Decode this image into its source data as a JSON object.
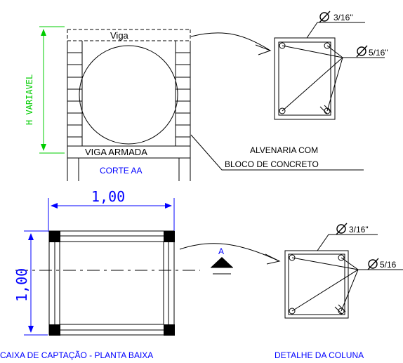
{
  "section": {
    "beam_label": "Viga",
    "height_label": "H  VARIAVEL",
    "reinforced_beam_label": "VIGA ARMADA",
    "cut_title": "CORTE AA",
    "masonry_line1": "ALVENARIA COM",
    "masonry_line2": "BLOCO DE CONCRETO"
  },
  "detail_top": {
    "stirrup_label": "3/16\"",
    "bar_label": "5/16\""
  },
  "plan": {
    "width_dim": "1,00",
    "height_dim": "1,00",
    "cut_marker": "A",
    "title": "CAIXA DE CAPTAÇÃO - PLANTA BAIXA"
  },
  "detail_bottom": {
    "stirrup_label": "3/16\"",
    "bar_label": "5/16",
    "title": "DETALHE DA COLUNA"
  },
  "colors": {
    "line": "#000000",
    "dimension_blue": "#0000ff",
    "dimension_green": "#00cc00"
  }
}
